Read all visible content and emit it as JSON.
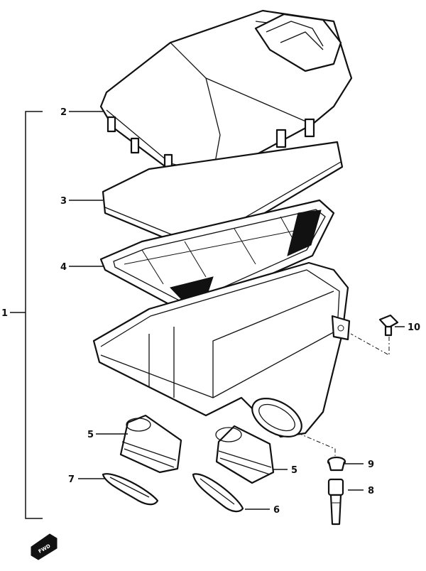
{
  "callouts": {
    "assembly": "1",
    "cover": "2",
    "element": "3",
    "seal": "4",
    "boot_left": "5",
    "boot_right": "5",
    "clamp_right": "6",
    "clamp_left": "7",
    "drain_plug": "8",
    "drain_cap": "9",
    "bolt": "10"
  },
  "fwd_marker": {
    "text": "FWD",
    "icon": "forward-arrow-icon"
  }
}
